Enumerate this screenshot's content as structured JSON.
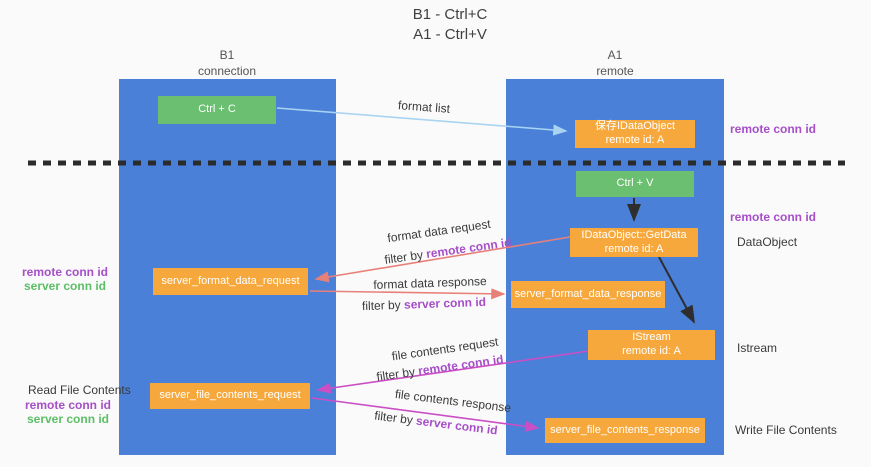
{
  "title": {
    "line1": "B1 - Ctrl+C",
    "line2": "A1 - Ctrl+V"
  },
  "columns": {
    "left": {
      "header_line1": "B1",
      "header_line2": "connection"
    },
    "right": {
      "header_line1": "A1",
      "header_line2": "remote"
    }
  },
  "boxes": {
    "ctrl_c": {
      "label": "Ctrl + C"
    },
    "save_dataobject": {
      "line1": "保存IDataObject",
      "line2": "remote id: A"
    },
    "ctrl_v": {
      "label": "Ctrl + V"
    },
    "getdata": {
      "line1": "IDataObject::GetData",
      "line2": "remote id: A"
    },
    "format_request": {
      "label": "server_format_data_request"
    },
    "format_response": {
      "label": "server_format_data_response"
    },
    "istream": {
      "line1": "IStream",
      "line2": "remote id: A"
    },
    "file_request": {
      "label": "server_file_contents_request"
    },
    "file_response": {
      "label": "server_file_contents_response"
    }
  },
  "annotations": {
    "format_list": "format list",
    "format_data_request": "format data request",
    "format_data_response": "format data response",
    "file_contents_request": "file contents request",
    "file_contents_response": "file contents response",
    "filter_prefix": "filter by ",
    "filter_remote": "remote conn id",
    "filter_server": "server conn id"
  },
  "side_labels": {
    "remote_conn_id": "remote conn id",
    "server_conn_id": "server conn id",
    "dataobject": "DataObject",
    "istream": "Istream",
    "read_file_contents": "Read File Contents",
    "write_file_contents": "Write File Contents"
  },
  "colors": {
    "column_blue": "#4a80d8",
    "box_green": "#6abf70",
    "box_orange": "#f7a83c",
    "purple_text": "#a64fc8",
    "green_text": "#5cbf66",
    "arrow_salmon": "#e8807a",
    "arrow_magenta": "#cb4ec4",
    "arrow_lightblue": "#a9d4f1",
    "arrow_black": "#2e2e2e",
    "dashed_line": "#2b2b2b"
  }
}
